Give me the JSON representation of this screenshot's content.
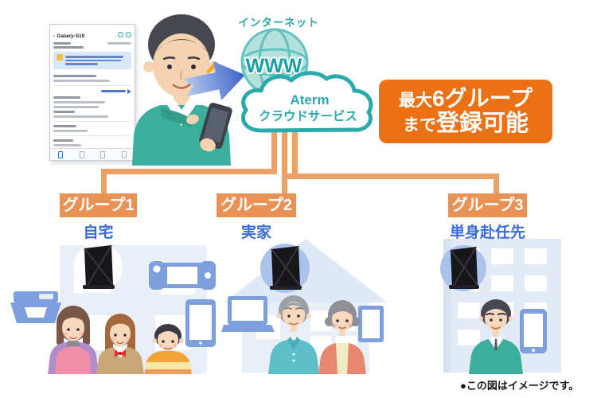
{
  "header": {
    "internet_label": "インターネット"
  },
  "globe": {
    "text": "WWW"
  },
  "cloud": {
    "line1": "Aterm",
    "line2": "クラウドサービス"
  },
  "badge": {
    "seg1": "最大",
    "seg2": "6グループ",
    "seg3": "まで",
    "seg4": "登録可能"
  },
  "phone_panel": {
    "title": "Galaxy-S10"
  },
  "groups": [
    {
      "label": "グループ1",
      "location": "自宅"
    },
    {
      "label": "グループ2",
      "location": "実家"
    },
    {
      "label": "グループ3",
      "location": "単身赴任先"
    }
  ],
  "caption": "●この図はイメージです。",
  "icons": {
    "shared": [
      "wifi-router-icon"
    ],
    "group1_devices": [
      "printer-icon",
      "game-console-icon",
      "tablet-icon"
    ],
    "group2_devices": [
      "laptop-icon",
      "photo-frame-icon"
    ],
    "group3_devices": [
      "smartphone-icon"
    ]
  },
  "colors": {
    "brand_teal": "#2ba9ab",
    "badge_orange": "#ec7014",
    "label_orange": "#ea9156",
    "line_orange": "#eca066",
    "location_blue": "#3b6bd6",
    "device_blue": "#7e9fde",
    "house_fill": "#e9eff9"
  }
}
